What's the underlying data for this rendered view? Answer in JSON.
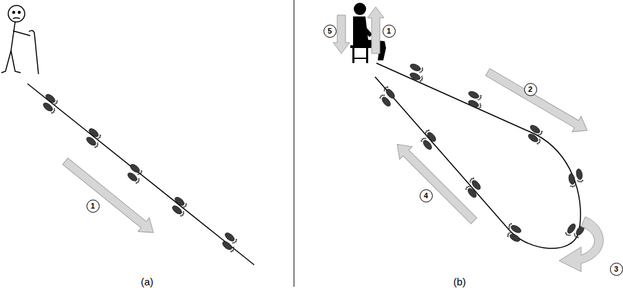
{
  "diagram": {
    "labels": [
      "1",
      "(a)",
      "5",
      "1",
      "2",
      "4",
      "3",
      "(b)"
    ]
  }
}
